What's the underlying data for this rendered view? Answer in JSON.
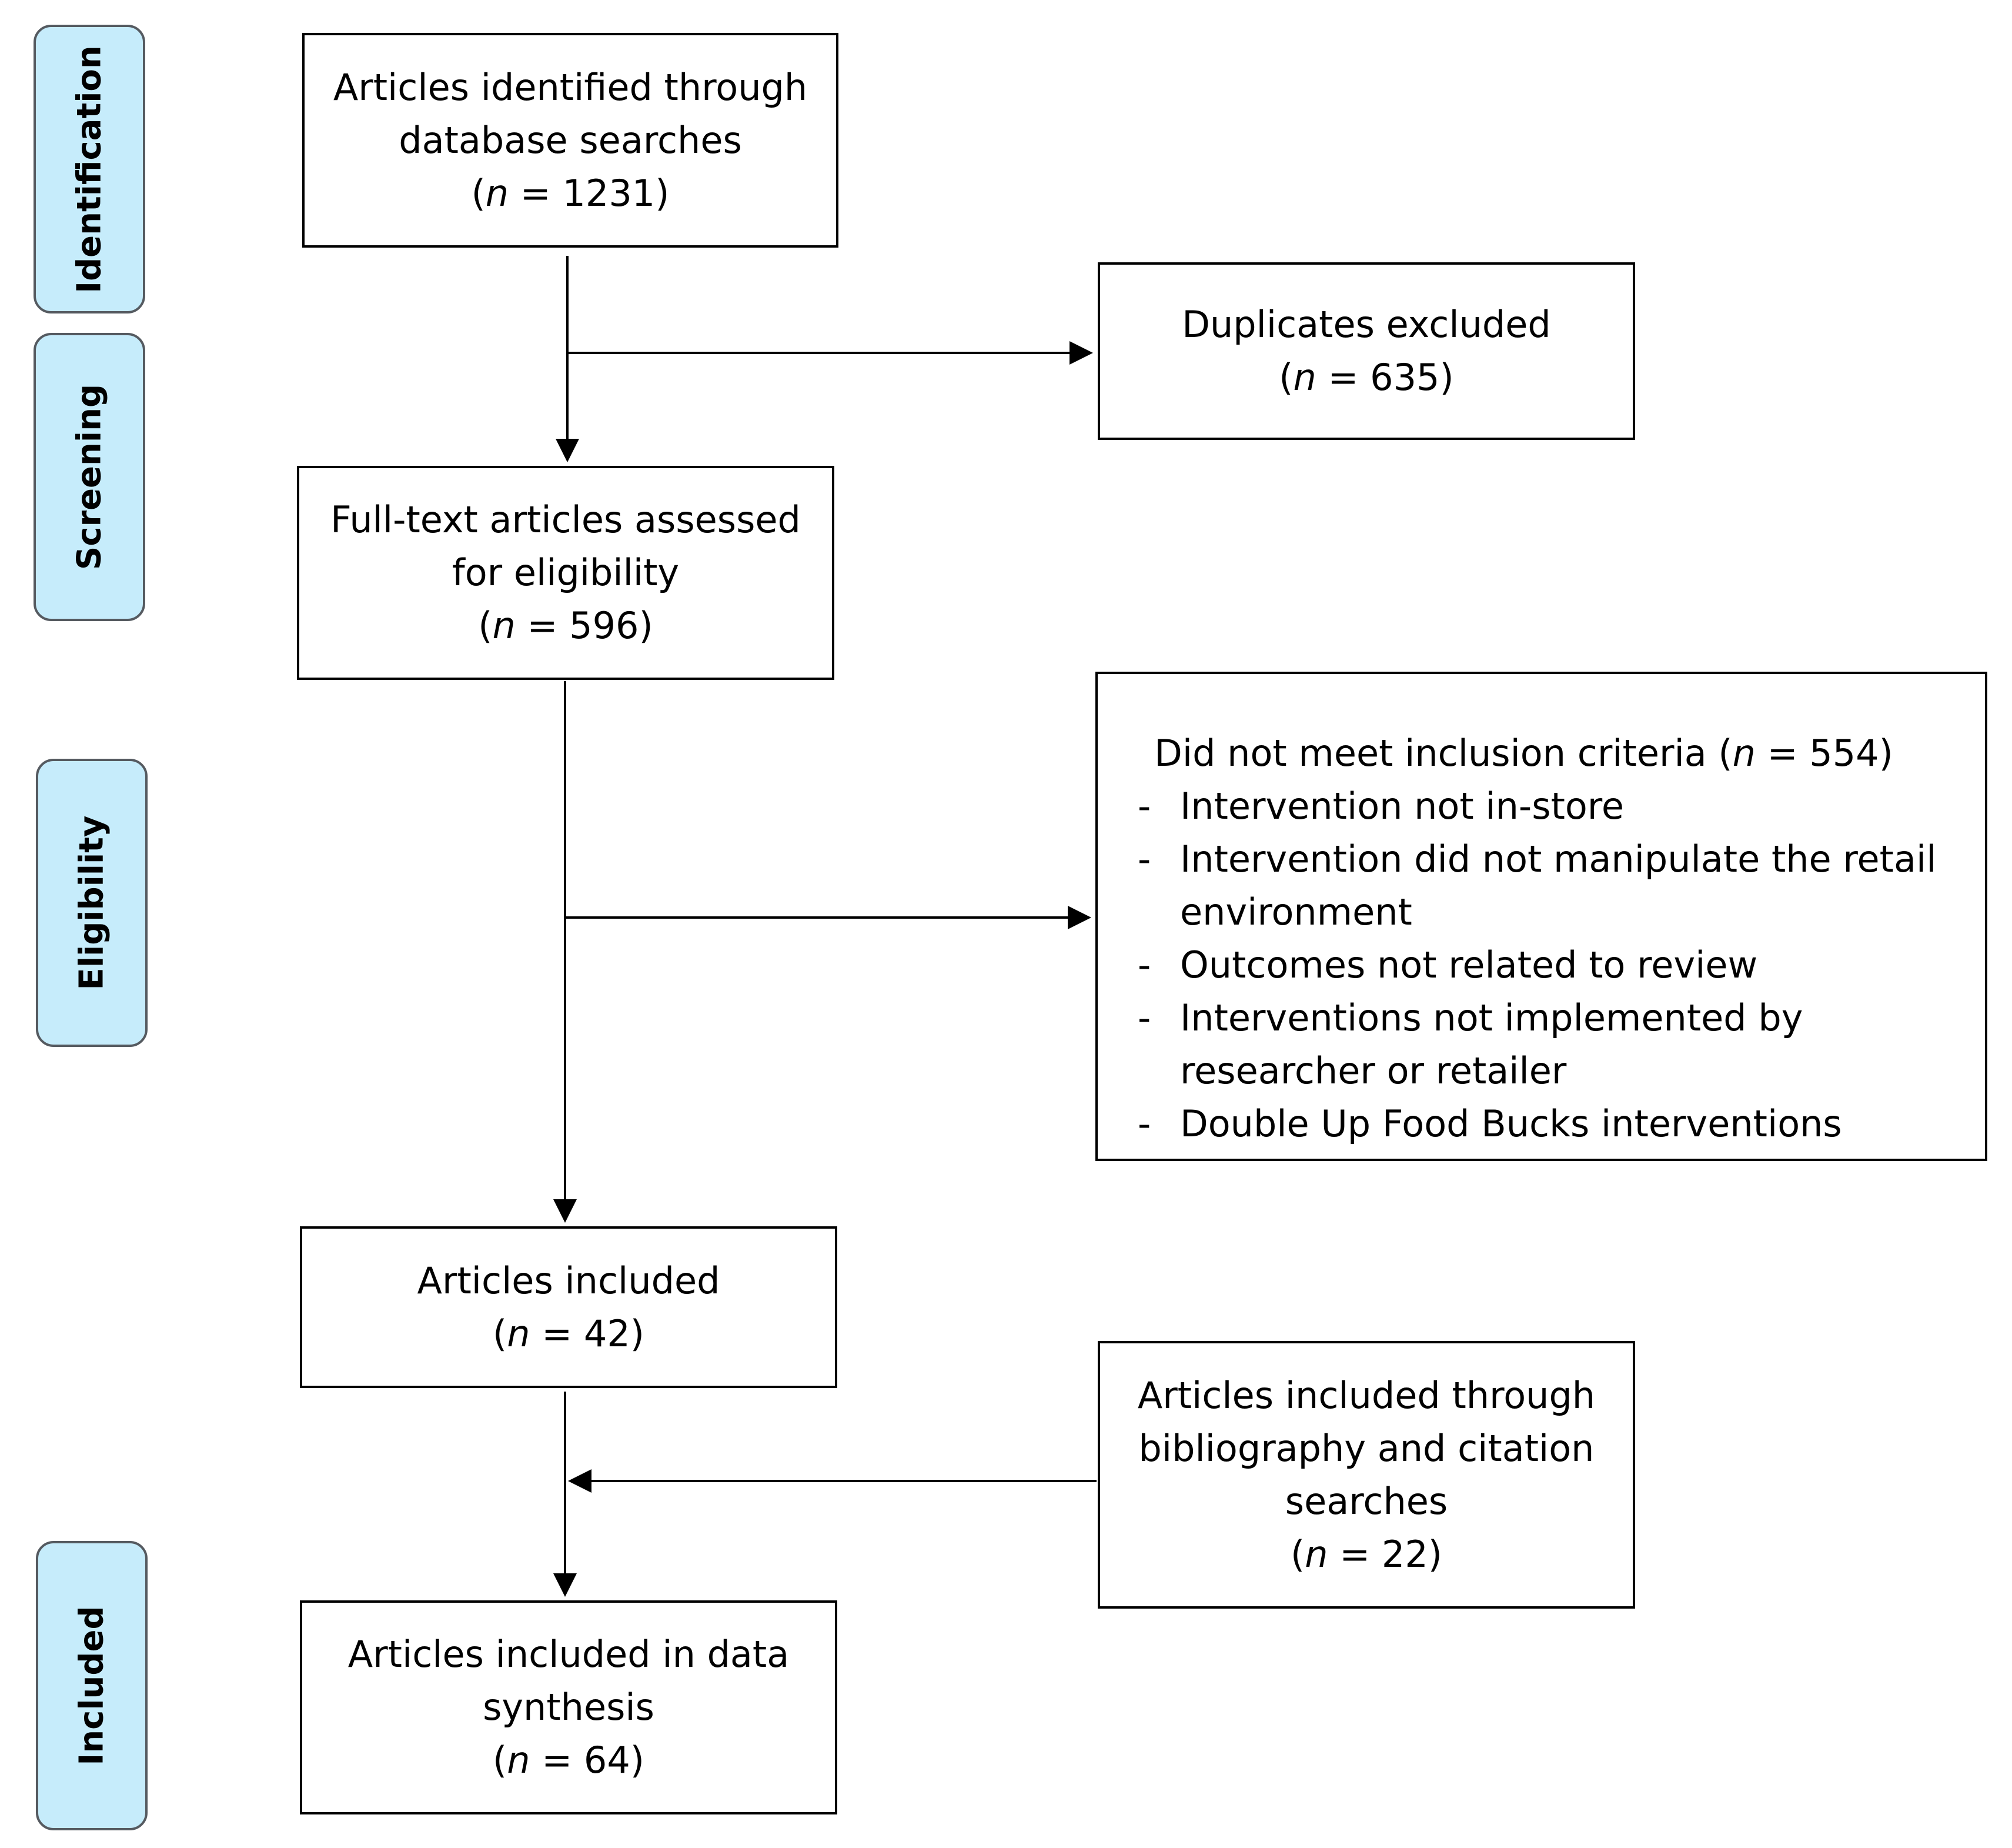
{
  "phases": {
    "identification": "Identification",
    "screening": "Screening",
    "eligibility": "Eligibility",
    "included": "Included"
  },
  "n_label": "n",
  "boxes": {
    "identified": {
      "line1": "Articles identified through",
      "line2": "database searches",
      "count": "1231"
    },
    "duplicates": {
      "line1": "Duplicates excluded",
      "count": "635"
    },
    "fulltext": {
      "line1": "Full-text articles assessed",
      "line2": "for eligibility",
      "count": "596"
    },
    "excluded": {
      "title": "Did not meet inclusion criteria",
      "count": "554",
      "reasons": [
        "Intervention not in-store",
        "Intervention did not manipulate the retail environment",
        "Outcomes not related to review",
        "Interventions not implemented by researcher or retailer",
        "Double Up Food Bucks interventions"
      ]
    },
    "included": {
      "line1": "Articles included",
      "count": "42"
    },
    "additional": {
      "line1": "Articles included through",
      "line2": "bibliography and citation",
      "line3": "searches",
      "count": "22"
    },
    "synthesis": {
      "line1": "Articles included in data",
      "line2": "synthesis",
      "count": "64"
    }
  }
}
